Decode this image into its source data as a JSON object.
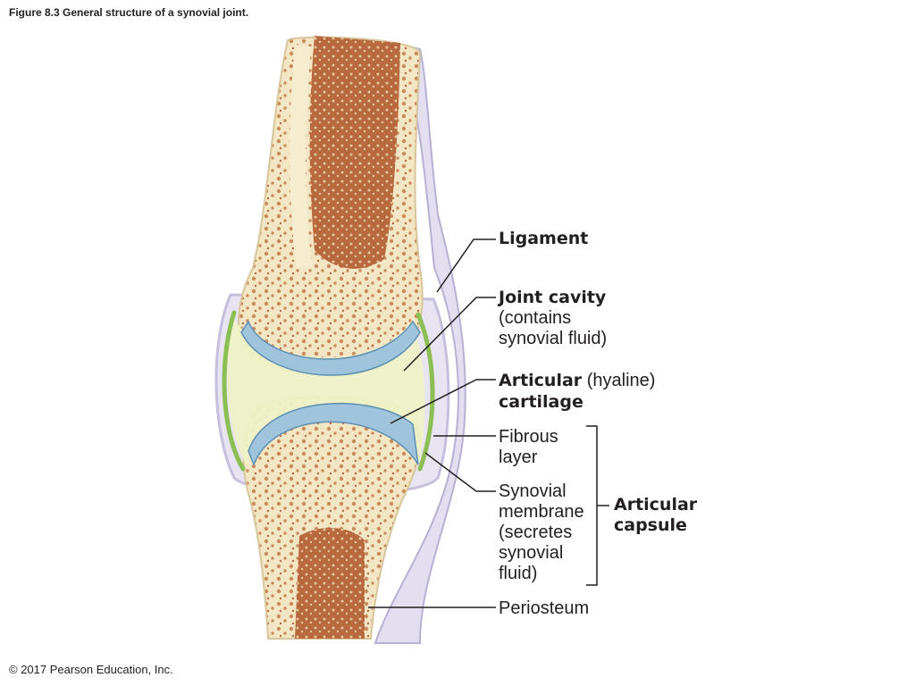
{
  "figure_title": "Figure 8.3 General structure of a synovial joint.",
  "copyright": "© 2017 Pearson Education, Inc.",
  "colors": {
    "bone": "#f3e6c4",
    "marrow": "#b8693d",
    "cartilage": "#9fc4dc",
    "synovial_membrane": "#8cbf53",
    "joint_fluid": "#eef1c6",
    "capsule": "#d9d4e6",
    "leader_line": "#231f20"
  },
  "labels": {
    "ligament": "Ligament",
    "joint_cavity": "Joint cavity",
    "joint_cavity_sub": "(contains\nsynovial fluid)",
    "articular": "Articular",
    "hyaline": " (hyaline)",
    "cartilage": "cartilage",
    "fibrous_layer": "Fibrous\nlayer",
    "synovial_membrane": "Synovial\nmembrane\n(secretes\nsynovial\nfluid)",
    "articular_capsule": "Articular\ncapsule",
    "periosteum": "Periosteum"
  }
}
